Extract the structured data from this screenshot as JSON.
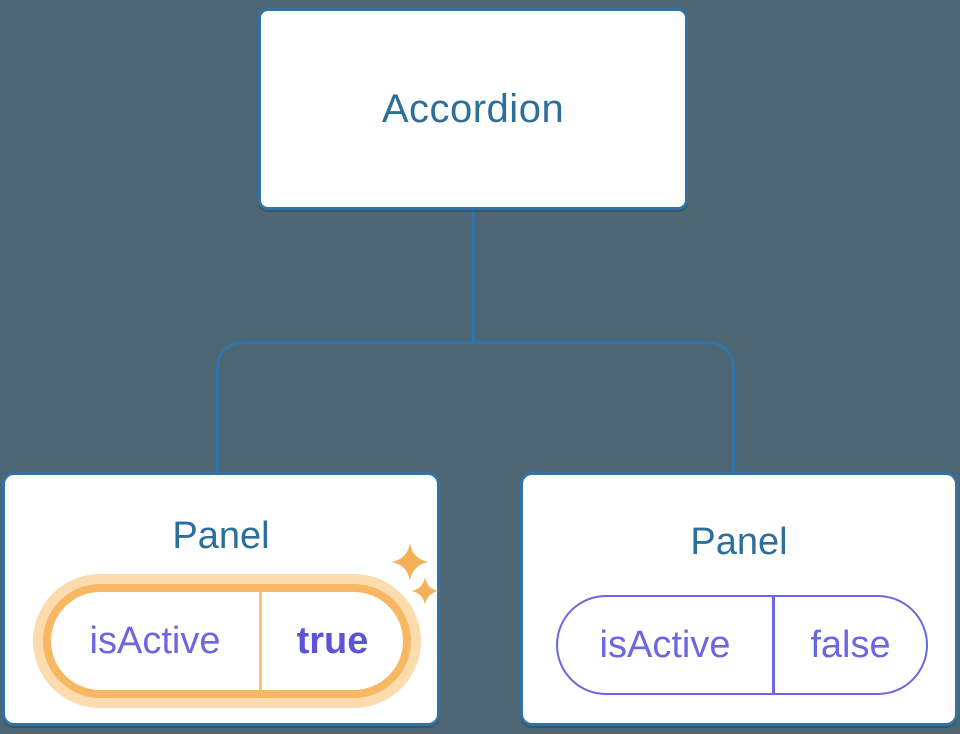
{
  "diagram": {
    "root": {
      "label": "Accordion"
    },
    "children": [
      {
        "title": "Panel",
        "state": {
          "name": "isActive",
          "value": "true"
        },
        "highlighted": true,
        "decoration": "sparkles"
      },
      {
        "title": "Panel",
        "state": {
          "name": "isActive",
          "value": "false"
        },
        "highlighted": false,
        "decoration": "none"
      }
    ]
  },
  "icons": {
    "sparkle": "four-pointed-star"
  },
  "colors": {
    "bg": "#4d6673",
    "line": "#2f75a7",
    "box-border": "#3373a4",
    "title": "#2d6f9b",
    "purple": "#6c67de",
    "purple-bold": "#5b54d8",
    "orange": "#f8b863",
    "orange-halo": "#fcdcae",
    "orange-divider": "#f9c171",
    "sparkle": "#f5b05a"
  }
}
